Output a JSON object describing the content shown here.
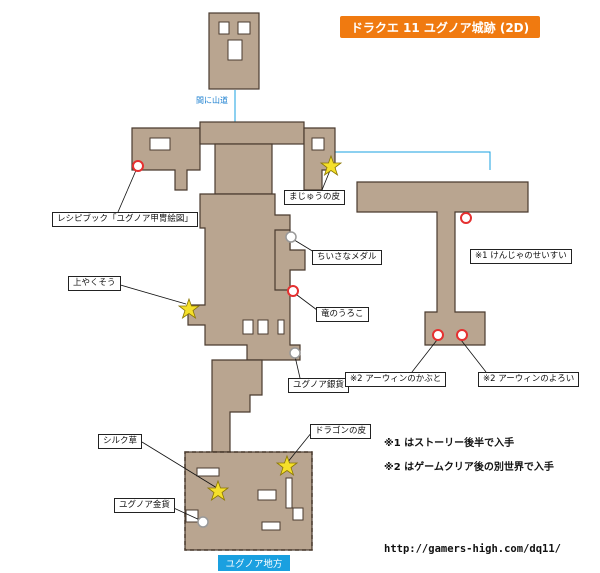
{
  "title": "ドラクエ 11 ユグノア城跡 (2D)",
  "link_label": "間に山道",
  "area_label": "ユグノア地方",
  "items": {
    "recipe_book": "レシピブック「ユグノア甲冑絵図」",
    "majuu_skin": "まじゅうの皮",
    "small_medal": "ちいさなメダル",
    "upper_herb": "上やくそう",
    "dragon_scale": "竜のうろこ",
    "yugnoa_silver": "ユグノア銀貨",
    "item1": "※1 けんじゃのせいすい",
    "arwin_hat": "※2 アーウィンのかぶと",
    "arwin_armor": "※2 アーウィンのよろい",
    "dragon_skin": "ドラゴンの皮",
    "silk_grass": "シルク草",
    "yugnoa_gold": "ユグノア金貨"
  },
  "notes": {
    "note1": "※1 はストーリー後半で入手",
    "note2": "※2 はゲームクリア後の別世界で入手"
  },
  "url": "http://gamers-high.com/dq11/",
  "colors": {
    "floor": "#b9a590",
    "outline": "#4a3b2f",
    "title_bg": "#f07a10",
    "area_bg": "#1aa0e0",
    "link_line": "#1aa0e0",
    "chest": "#e53030",
    "star": "#f5e02a"
  }
}
